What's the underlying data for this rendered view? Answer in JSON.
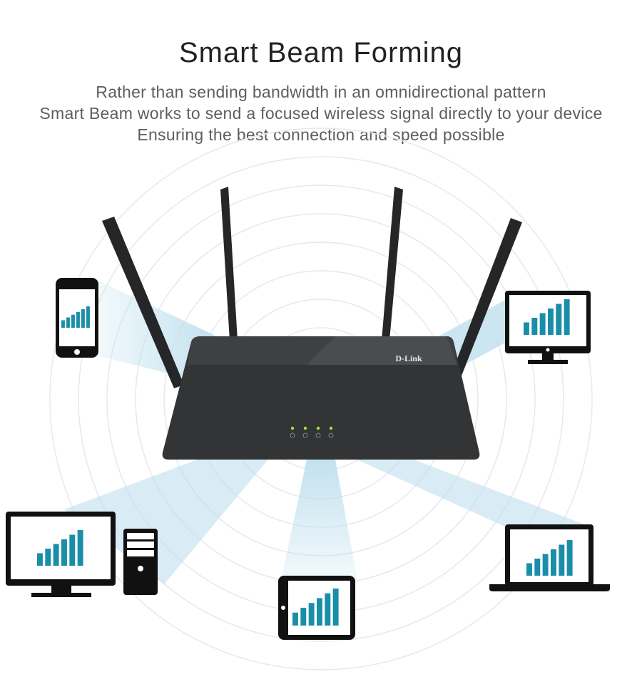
{
  "header": {
    "title": "Smart Beam Forming",
    "subtitle_lines": [
      "Rather than sending bandwidth in an omnidirectional pattern",
      "Smart Beam works to send a focused wireless signal directly to your device",
      "Ensuring the best connection and speed possible"
    ]
  },
  "router": {
    "brand_logo": "D-Link",
    "status_lights": [
      "power-icon",
      "internet-icon",
      "wifi-2g-icon",
      "wifi-5g-icon"
    ]
  },
  "devices": [
    "smartphone",
    "desktop-monitor-right",
    "desktop-pc-left",
    "tablet",
    "laptop"
  ],
  "colors": {
    "signal_bars": "#1a8ea8",
    "beam": "#bfe0ee",
    "router_body": "#2f3133",
    "led": "#a6e23a"
  }
}
